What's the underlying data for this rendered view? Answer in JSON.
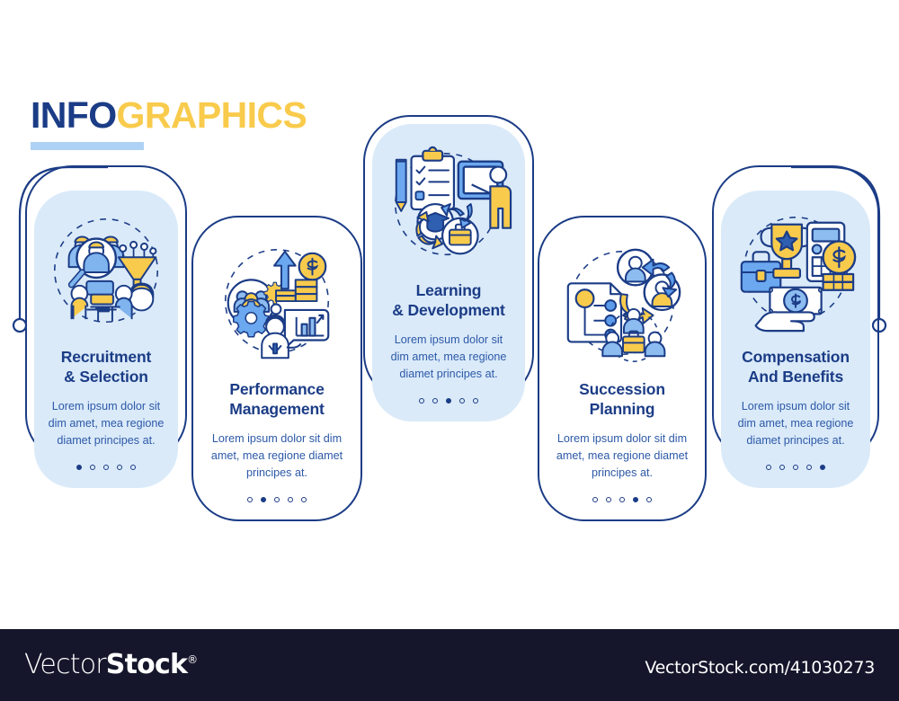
{
  "header": {
    "title_part1": "INFO",
    "title_part2": "GRAPHICS",
    "accent_navy": "#1b3c86",
    "accent_yellow": "#f9cb4c",
    "underline_color": "#aed2f5"
  },
  "cards": [
    {
      "id": "recruitment-selection",
      "title": "Recruitment\n& Selection",
      "body": "Lorem ipsum dolor sit dim amet, mea regione diamet principes at.",
      "icon": "recruitment-icon",
      "dots_total": 5,
      "dots_active_index": 1,
      "style": "filled"
    },
    {
      "id": "performance-management",
      "title": "Performance\nManagement",
      "body": "Lorem ipsum dolor sit dim amet, mea regione diamet principes at.",
      "icon": "performance-icon",
      "dots_total": 5,
      "dots_active_index": 2,
      "style": "outlined"
    },
    {
      "id": "learning-development",
      "title": "Learning\n& Development",
      "body": "Lorem ipsum dolor sit dim amet, mea regione diamet principes at.",
      "icon": "learning-icon",
      "dots_total": 5,
      "dots_active_index": 3,
      "style": "filled"
    },
    {
      "id": "succession-planning",
      "title": "Succession\nPlanning",
      "body": "Lorem ipsum dolor sit dim amet, mea regione diamet principes at.",
      "icon": "succession-icon",
      "dots_total": 5,
      "dots_active_index": 4,
      "style": "outlined"
    },
    {
      "id": "compensation-benefits",
      "title": "Compensation\nAnd Benefits",
      "body": "Lorem ipsum dolor sit dim amet, mea regione diamet principes at.",
      "icon": "compensation-icon",
      "dots_total": 5,
      "dots_active_index": 5,
      "style": "filled"
    }
  ],
  "footer": {
    "logo_light": "Vector",
    "logo_bold": "Stock",
    "logo_registered": "®",
    "url": "VectorStock.com/41030273",
    "background": "#15162b"
  },
  "palette": {
    "card_fill": "#daeaf9",
    "outline": "#1b3c86",
    "body_text": "#2d59a8",
    "icon_blue": "#5b9bea",
    "icon_yellow": "#f9cb4c",
    "icon_light_blue": "#a9cdf4"
  }
}
